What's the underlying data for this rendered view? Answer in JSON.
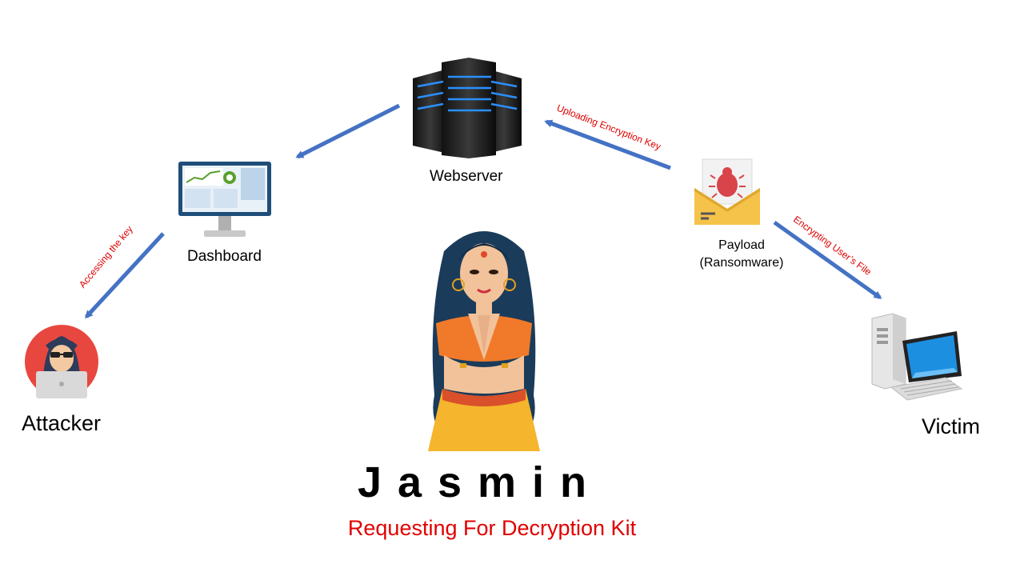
{
  "nodes": {
    "webserver": {
      "label": "Webserver",
      "icon": "server-rack-icon"
    },
    "dashboard": {
      "label": "Dashboard",
      "icon": "monitor-dashboard-icon"
    },
    "payload": {
      "label_line1": "Payload",
      "label_line2": "(Ransomware)",
      "icon": "envelope-bug-icon"
    },
    "attacker": {
      "label": "Attacker",
      "icon": "hacker-avatar-icon"
    },
    "victim": {
      "label": "Victim",
      "icon": "desktop-computer-icon"
    }
  },
  "edges": [
    {
      "from": "webserver",
      "to": "dashboard",
      "label": ""
    },
    {
      "from": "payload",
      "to": "webserver",
      "label": "Uploading  Encryption Key"
    },
    {
      "from": "dashboard",
      "to": "attacker",
      "label": "Accessing the key"
    },
    {
      "from": "payload",
      "to": "victim",
      "label": "Encrypting User’s File"
    }
  ],
  "title": "Jasmin",
  "subtitle": "Requesting For Decryption Kit",
  "colors": {
    "arrow": "#4472c4",
    "edge_label": "#e00000",
    "subtitle": "#e00000"
  },
  "mascot": {
    "icon": "jasmin-character-illustration"
  }
}
